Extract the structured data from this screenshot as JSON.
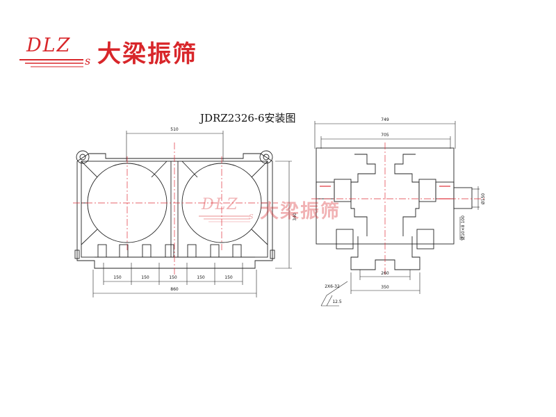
{
  "logo": {
    "dlz": "DLZ",
    "s": "s",
    "cn": "大梁振筛"
  },
  "title": "JDRZ2326-6安装图",
  "watermark": {
    "dlz": "DLZ",
    "s": "s",
    "cn": "大梁振筛"
  },
  "left_view": {
    "dim_top": "510",
    "dim_segments": [
      "150",
      "150",
      "150",
      "150",
      "150"
    ],
    "dim_total": "860",
    "dim_height": "340"
  },
  "right_view": {
    "dim_outer": "749",
    "dim_inner": "705",
    "dim_base_260": "260",
    "dim_base_350": "350",
    "dim_shaft": "Ø150",
    "dim_keyway": "键10×8 100",
    "dim_holes": "2X6-32",
    "dim_roughness": "12.5"
  },
  "colors": {
    "brand_red": "#d8262a",
    "centerline": "#e0303a",
    "line": "#222222"
  }
}
